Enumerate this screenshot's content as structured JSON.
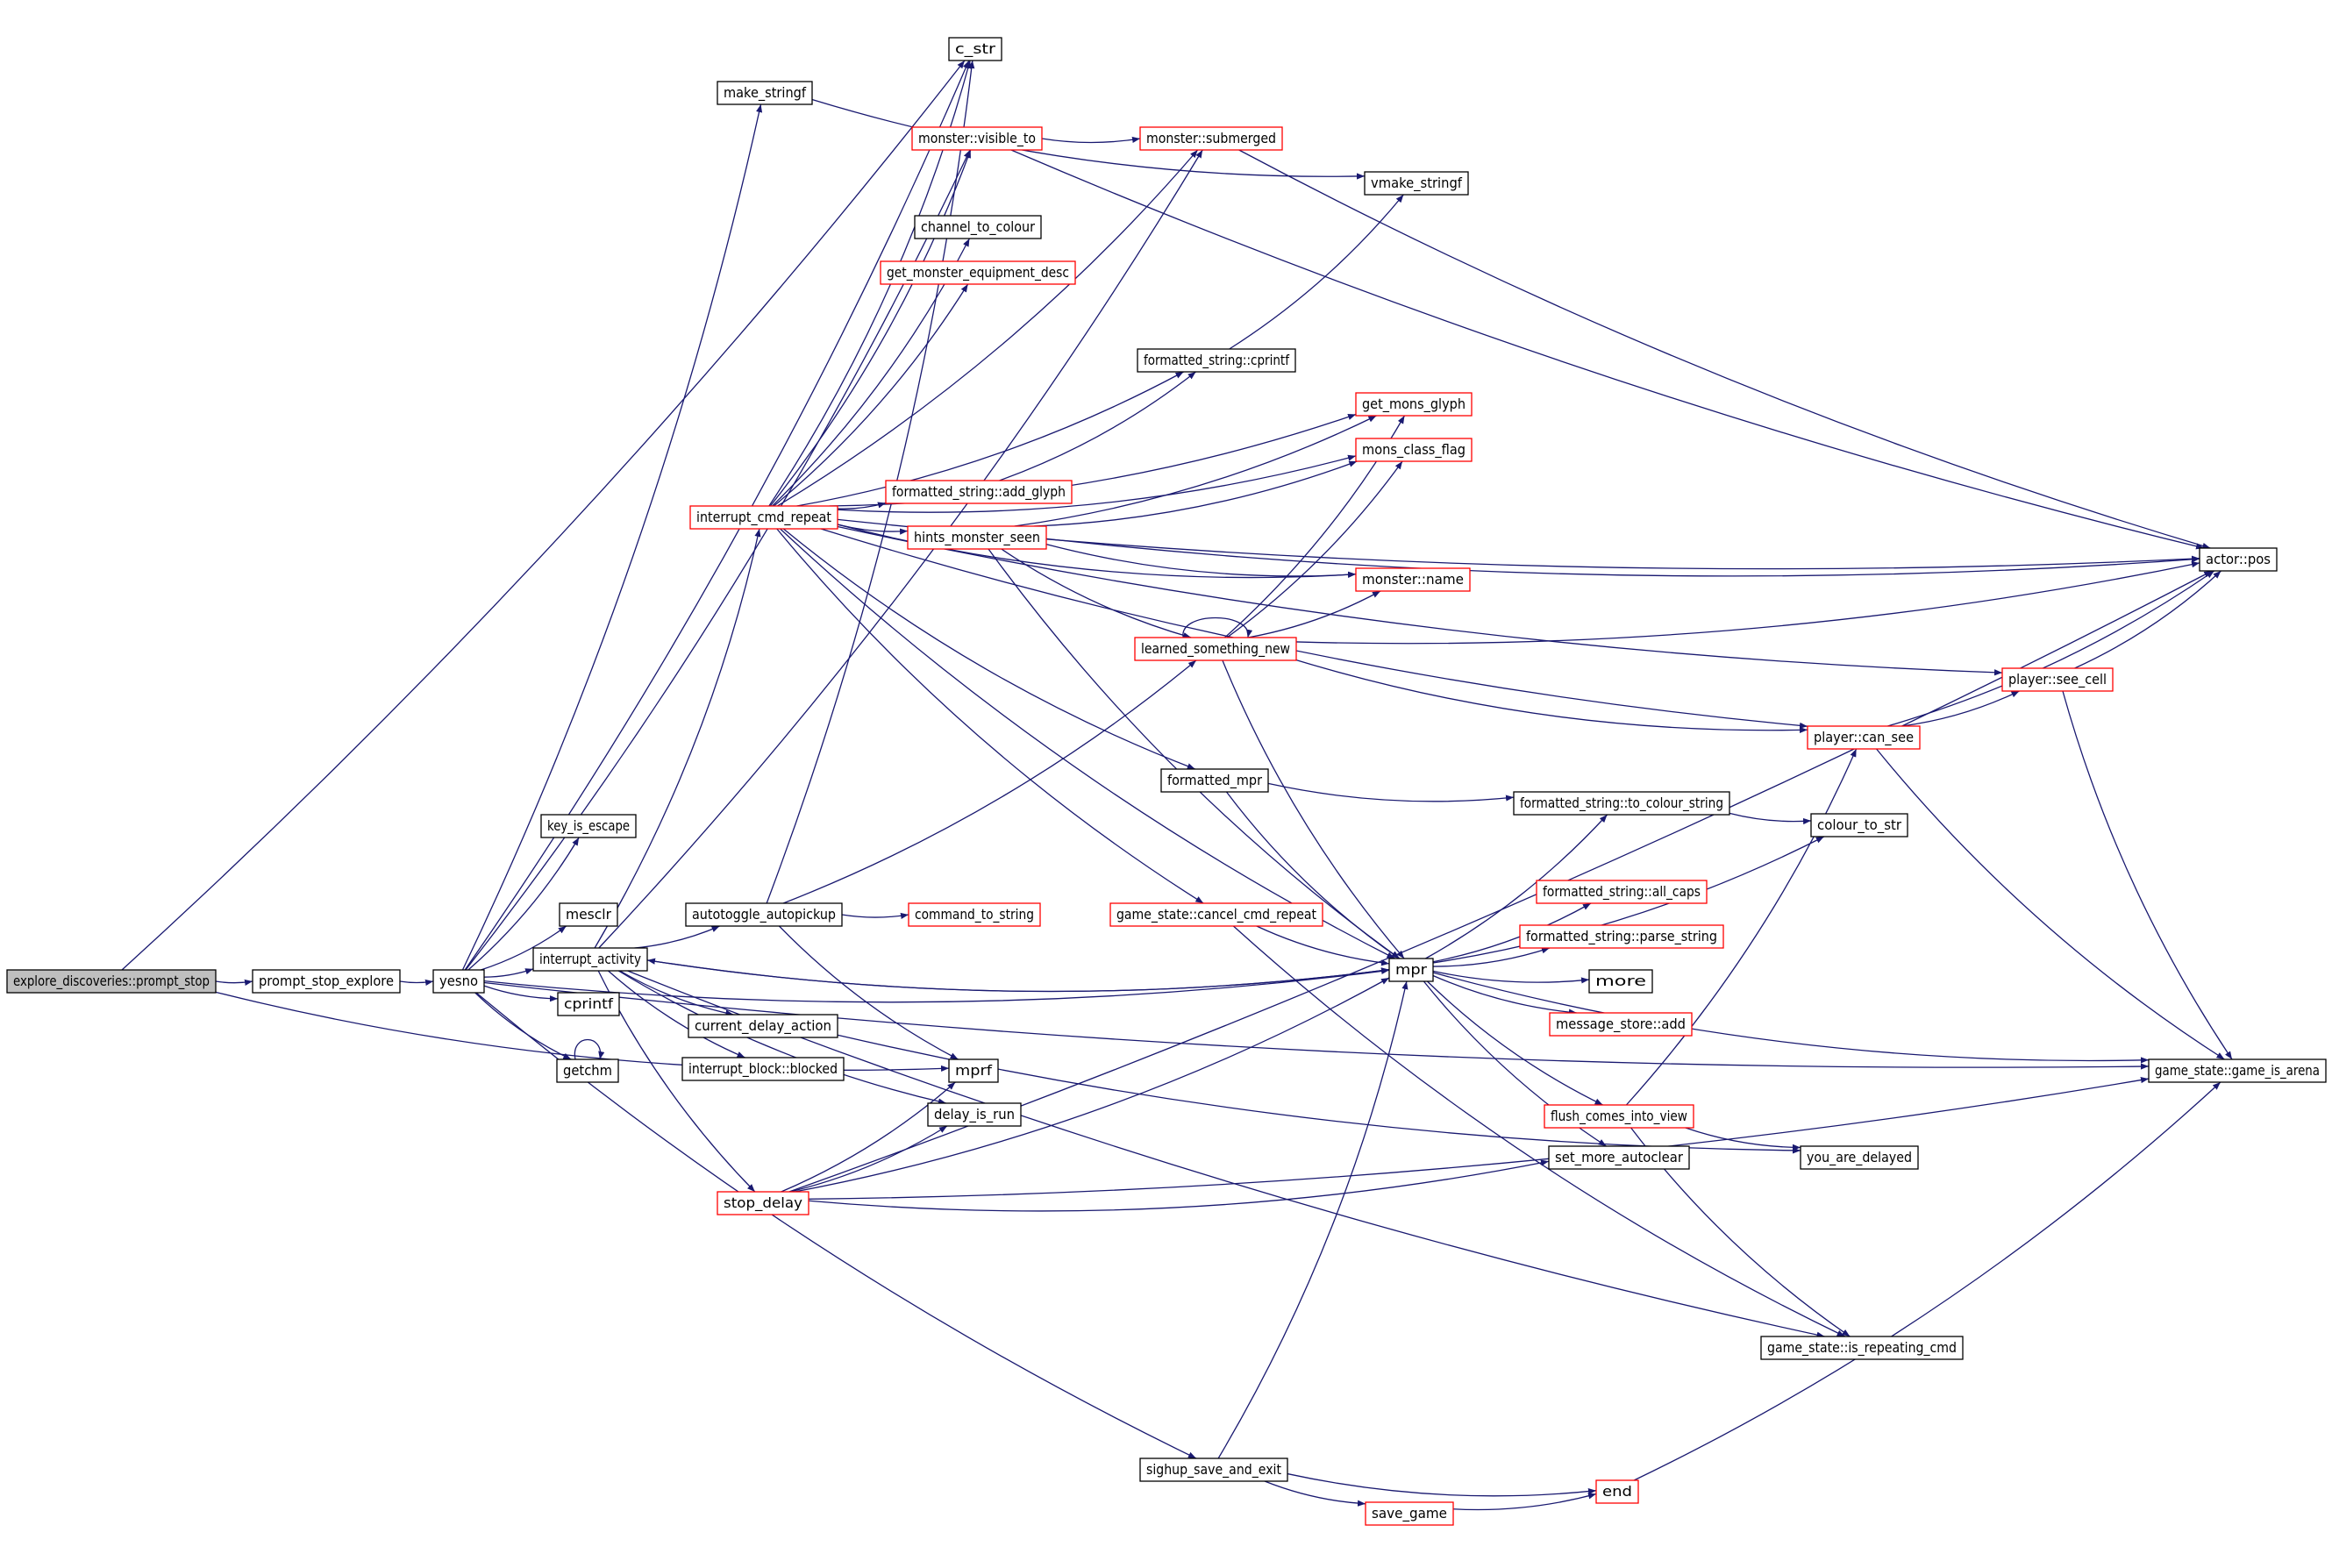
{
  "diagram": {
    "colors": {
      "edge": "#191970",
      "root_fill": "#bfbfbf",
      "node_fill": "#ffffff",
      "border_black": "#000000",
      "border_red": "#ff0000"
    },
    "nodes": [
      {
        "id": "prompt_stop",
        "label": "explore_discoveries::prompt_stop",
        "border": "black",
        "root": true
      },
      {
        "id": "prompt_stop_explore",
        "label": "prompt_stop_explore",
        "border": "black"
      },
      {
        "id": "yesno",
        "label": "yesno",
        "border": "black"
      },
      {
        "id": "c_str",
        "label": "c_str",
        "border": "black"
      },
      {
        "id": "make_stringf",
        "label": "make_stringf",
        "border": "black"
      },
      {
        "id": "visible_to",
        "label": "monster::visible_to",
        "border": "red"
      },
      {
        "id": "submerged",
        "label": "monster::submerged",
        "border": "red"
      },
      {
        "id": "vmake_stringf",
        "label": "vmake_stringf",
        "border": "black"
      },
      {
        "id": "channel_to_colour",
        "label": "channel_to_colour",
        "border": "black"
      },
      {
        "id": "get_monster_equipment_desc",
        "label": "get_monster_equipment_desc",
        "border": "red"
      },
      {
        "id": "fs_cprintf",
        "label": "formatted_string::cprintf",
        "border": "black"
      },
      {
        "id": "get_mons_glyph",
        "label": "get_mons_glyph",
        "border": "red"
      },
      {
        "id": "mons_class_flag",
        "label": "mons_class_flag",
        "border": "red"
      },
      {
        "id": "fs_add_glyph",
        "label": "formatted_string::add_glyph",
        "border": "red"
      },
      {
        "id": "interrupt_cmd_repeat",
        "label": "interrupt_cmd_repeat",
        "border": "red"
      },
      {
        "id": "hints_monster_seen",
        "label": "hints_monster_seen",
        "border": "red"
      },
      {
        "id": "actor_pos",
        "label": "actor::pos",
        "border": "black"
      },
      {
        "id": "monster_name",
        "label": "monster::name",
        "border": "red"
      },
      {
        "id": "learned_something_new",
        "label": "learned_something_new",
        "border": "red"
      },
      {
        "id": "player_see_cell",
        "label": "player::see_cell",
        "border": "red"
      },
      {
        "id": "player_can_see",
        "label": "player::can_see",
        "border": "red"
      },
      {
        "id": "formatted_mpr",
        "label": "formatted_mpr",
        "border": "black"
      },
      {
        "id": "fs_to_colour_string",
        "label": "formatted_string::to_colour_string",
        "border": "black"
      },
      {
        "id": "colour_to_str",
        "label": "colour_to_str",
        "border": "black"
      },
      {
        "id": "key_is_escape",
        "label": "key_is_escape",
        "border": "black"
      },
      {
        "id": "fs_all_caps",
        "label": "formatted_string::all_caps",
        "border": "red"
      },
      {
        "id": "mesclr",
        "label": "mesclr",
        "border": "black"
      },
      {
        "id": "autotoggle_autopickup",
        "label": "autotoggle_autopickup",
        "border": "black"
      },
      {
        "id": "command_to_string",
        "label": "command_to_string",
        "border": "red"
      },
      {
        "id": "cancel_cmd_repeat",
        "label": "game_state::cancel_cmd_repeat",
        "border": "red"
      },
      {
        "id": "fs_parse_string",
        "label": "formatted_string::parse_string",
        "border": "red"
      },
      {
        "id": "interrupt_activity",
        "label": "interrupt_activity",
        "border": "black"
      },
      {
        "id": "mpr",
        "label": "mpr",
        "border": "black"
      },
      {
        "id": "more",
        "label": "more",
        "border": "black"
      },
      {
        "id": "cprintf",
        "label": "cprintf",
        "border": "black"
      },
      {
        "id": "message_store_add",
        "label": "message_store::add",
        "border": "red"
      },
      {
        "id": "current_delay_action",
        "label": "current_delay_action",
        "border": "black"
      },
      {
        "id": "getchm",
        "label": "getchm",
        "border": "black"
      },
      {
        "id": "interrupt_block_blocked",
        "label": "interrupt_block::blocked",
        "border": "black"
      },
      {
        "id": "mprf",
        "label": "mprf",
        "border": "black"
      },
      {
        "id": "game_is_arena",
        "label": "game_state::game_is_arena",
        "border": "black"
      },
      {
        "id": "delay_is_run",
        "label": "delay_is_run",
        "border": "black"
      },
      {
        "id": "flush_comes_into_view",
        "label": "flush_comes_into_view",
        "border": "red"
      },
      {
        "id": "set_more_autoclear",
        "label": "set_more_autoclear",
        "border": "black"
      },
      {
        "id": "you_are_delayed",
        "label": "you_are_delayed",
        "border": "black"
      },
      {
        "id": "stop_delay",
        "label": "stop_delay",
        "border": "red"
      },
      {
        "id": "is_repeating_cmd",
        "label": "game_state::is_repeating_cmd",
        "border": "black"
      },
      {
        "id": "sighup_save_and_exit",
        "label": "sighup_save_and_exit",
        "border": "black"
      },
      {
        "id": "end",
        "label": "end",
        "border": "red"
      },
      {
        "id": "save_game",
        "label": "save_game",
        "border": "red"
      }
    ],
    "edges": [
      [
        "prompt_stop",
        "c_str"
      ],
      [
        "prompt_stop",
        "prompt_stop_explore"
      ],
      [
        "prompt_stop",
        "mprf"
      ],
      [
        "prompt_stop_explore",
        "yesno"
      ],
      [
        "yesno",
        "c_str"
      ],
      [
        "yesno",
        "make_stringf"
      ],
      [
        "yesno",
        "key_is_escape"
      ],
      [
        "yesno",
        "mesclr"
      ],
      [
        "yesno",
        "interrupt_activity"
      ],
      [
        "yesno",
        "cprintf"
      ],
      [
        "yesno",
        "getchm"
      ],
      [
        "yesno",
        "mpr"
      ],
      [
        "yesno",
        "sighup_save_and_exit"
      ],
      [
        "yesno",
        "game_is_arena"
      ],
      [
        "yesno",
        "visible_to"
      ],
      [
        "make_stringf",
        "vmake_stringf"
      ],
      [
        "visible_to",
        "submerged"
      ],
      [
        "visible_to",
        "actor_pos"
      ],
      [
        "submerged",
        "actor_pos"
      ],
      [
        "fs_cprintf",
        "vmake_stringf"
      ],
      [
        "interrupt_cmd_repeat",
        "c_str"
      ],
      [
        "interrupt_cmd_repeat",
        "visible_to"
      ],
      [
        "interrupt_cmd_repeat",
        "submerged"
      ],
      [
        "interrupt_cmd_repeat",
        "channel_to_colour"
      ],
      [
        "interrupt_cmd_repeat",
        "get_monster_equipment_desc"
      ],
      [
        "interrupt_cmd_repeat",
        "fs_cprintf"
      ],
      [
        "interrupt_cmd_repeat",
        "get_mons_glyph"
      ],
      [
        "interrupt_cmd_repeat",
        "mons_class_flag"
      ],
      [
        "interrupt_cmd_repeat",
        "fs_add_glyph"
      ],
      [
        "interrupt_cmd_repeat",
        "hints_monster_seen"
      ],
      [
        "interrupt_cmd_repeat",
        "monster_name"
      ],
      [
        "interrupt_cmd_repeat",
        "actor_pos"
      ],
      [
        "interrupt_cmd_repeat",
        "player_see_cell"
      ],
      [
        "interrupt_cmd_repeat",
        "player_can_see"
      ],
      [
        "interrupt_cmd_repeat",
        "formatted_mpr"
      ],
      [
        "interrupt_cmd_repeat",
        "cancel_cmd_repeat"
      ],
      [
        "interrupt_cmd_repeat",
        "mpr"
      ],
      [
        "fs_add_glyph",
        "fs_cprintf"
      ],
      [
        "hints_monster_seen",
        "get_mons_glyph"
      ],
      [
        "hints_monster_seen",
        "mons_class_flag"
      ],
      [
        "hints_monster_seen",
        "actor_pos"
      ],
      [
        "hints_monster_seen",
        "monster_name"
      ],
      [
        "hints_monster_seen",
        "learned_something_new"
      ],
      [
        "hints_monster_seen",
        "mpr"
      ],
      [
        "learned_something_new",
        "learned_something_new"
      ],
      [
        "learned_something_new",
        "get_mons_glyph"
      ],
      [
        "learned_something_new",
        "mons_class_flag"
      ],
      [
        "learned_something_new",
        "monster_name"
      ],
      [
        "learned_something_new",
        "actor_pos"
      ],
      [
        "learned_something_new",
        "player_can_see"
      ],
      [
        "learned_something_new",
        "mpr"
      ],
      [
        "player_see_cell",
        "actor_pos"
      ],
      [
        "player_see_cell",
        "game_is_arena"
      ],
      [
        "player_can_see",
        "player_see_cell"
      ],
      [
        "player_can_see",
        "actor_pos"
      ],
      [
        "player_can_see",
        "game_is_arena"
      ],
      [
        "formatted_mpr",
        "fs_to_colour_string"
      ],
      [
        "formatted_mpr",
        "mpr"
      ],
      [
        "fs_to_colour_string",
        "colour_to_str"
      ],
      [
        "interrupt_activity",
        "interrupt_cmd_repeat"
      ],
      [
        "interrupt_activity",
        "autotoggle_autopickup"
      ],
      [
        "interrupt_activity",
        "mpr"
      ],
      [
        "interrupt_activity",
        "current_delay_action"
      ],
      [
        "interrupt_activity",
        "interrupt_block_blocked"
      ],
      [
        "interrupt_activity",
        "delay_is_run"
      ],
      [
        "interrupt_activity",
        "stop_delay"
      ],
      [
        "interrupt_activity",
        "is_repeating_cmd"
      ],
      [
        "interrupt_activity",
        "submerged"
      ],
      [
        "autotoggle_autopickup",
        "c_str"
      ],
      [
        "autotoggle_autopickup",
        "command_to_string"
      ],
      [
        "autotoggle_autopickup",
        "learned_something_new"
      ],
      [
        "autotoggle_autopickup",
        "mprf"
      ],
      [
        "cancel_cmd_repeat",
        "mpr"
      ],
      [
        "cancel_cmd_repeat",
        "is_repeating_cmd"
      ],
      [
        "mpr",
        "interrupt_activity"
      ],
      [
        "mpr",
        "fs_to_colour_string"
      ],
      [
        "mpr",
        "colour_to_str"
      ],
      [
        "mpr",
        "fs_all_caps"
      ],
      [
        "mpr",
        "fs_parse_string"
      ],
      [
        "mpr",
        "more"
      ],
      [
        "mpr",
        "message_store_add"
      ],
      [
        "mpr",
        "game_is_arena"
      ],
      [
        "mpr",
        "flush_comes_into_view"
      ],
      [
        "mpr",
        "set_more_autoclear"
      ],
      [
        "getchm",
        "getchm"
      ],
      [
        "current_delay_action",
        "you_are_delayed"
      ],
      [
        "flush_comes_into_view",
        "player_can_see"
      ],
      [
        "flush_comes_into_view",
        "you_are_delayed"
      ],
      [
        "flush_comes_into_view",
        "is_repeating_cmd"
      ],
      [
        "stop_delay",
        "mprf"
      ],
      [
        "stop_delay",
        "delay_is_run"
      ],
      [
        "stop_delay",
        "mpr"
      ],
      [
        "stop_delay",
        "set_more_autoclear"
      ],
      [
        "stop_delay",
        "actor_pos"
      ],
      [
        "stop_delay",
        "game_is_arena"
      ],
      [
        "sighup_save_and_exit",
        "mpr"
      ],
      [
        "sighup_save_and_exit",
        "end"
      ],
      [
        "sighup_save_and_exit",
        "save_game"
      ],
      [
        "save_game",
        "end"
      ],
      [
        "end",
        "game_is_arena"
      ]
    ]
  }
}
